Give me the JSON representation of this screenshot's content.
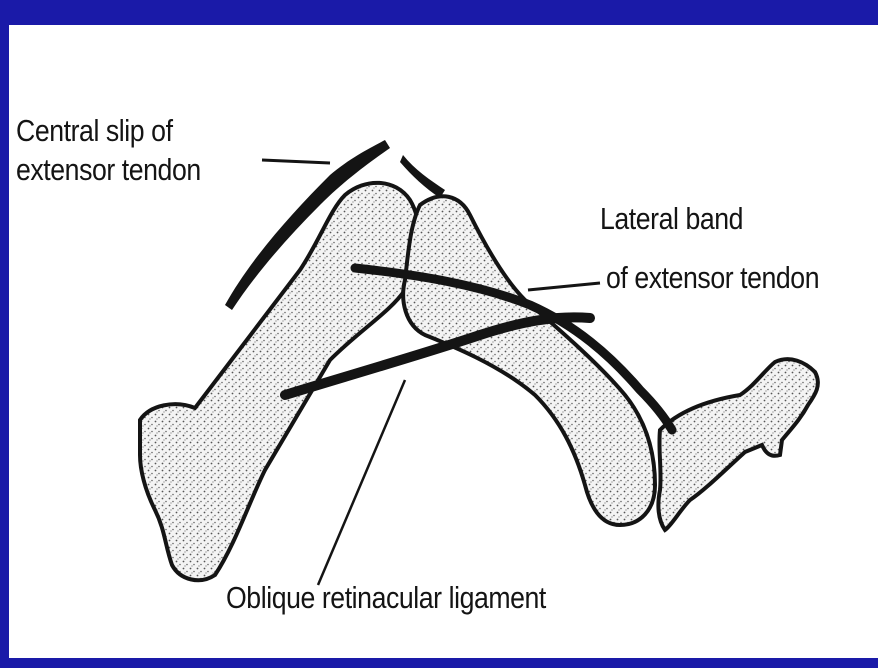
{
  "diagram": {
    "labels": {
      "central_slip_line1": "Central slip of",
      "central_slip_line2": "extensor tendon",
      "lateral_band_line1": "Lateral band",
      "lateral_band_line2": "of extensor tendon",
      "oblique_retinacular": "Oblique retinacular ligament"
    },
    "colors": {
      "frame": "#1a1aa8",
      "background": "#ffffff",
      "ink": "#141414",
      "bone_fill": "#e6e6e6"
    }
  }
}
